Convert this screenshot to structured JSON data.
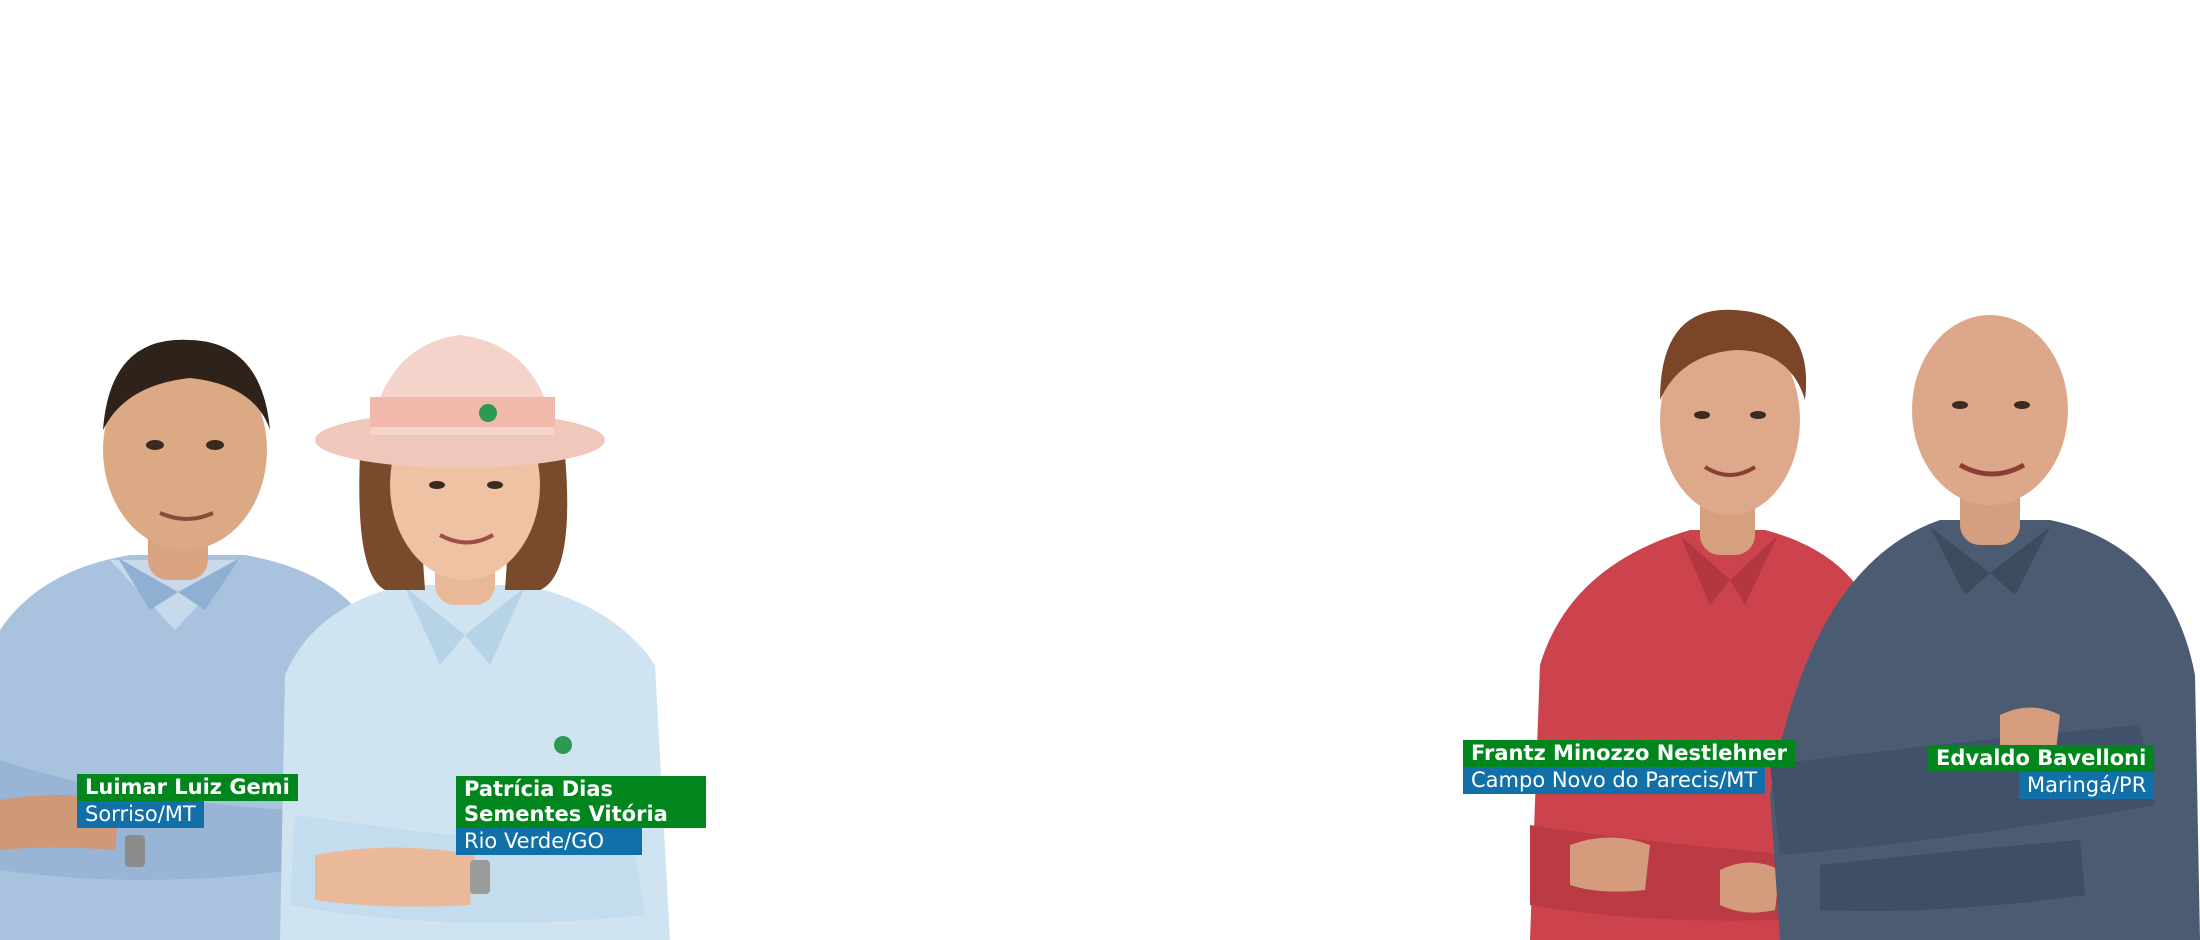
{
  "people": [
    {
      "name": "Luimar Luiz Gemi",
      "location": "Sorriso/MT"
    },
    {
      "name_line1": "Patrícia Dias",
      "name_line2": "Sementes Vitória",
      "location": "Rio Verde/GO"
    },
    {
      "name": "Frantz Minozzo Nestlehner",
      "location": "Campo Novo do Parecis/MT"
    },
    {
      "name": "Edvaldo Bavelloni",
      "location": "Maringá/PR"
    }
  ],
  "colors": {
    "name_bg": "#00861d",
    "location_bg": "#1270a8",
    "background": "#ffffff"
  }
}
